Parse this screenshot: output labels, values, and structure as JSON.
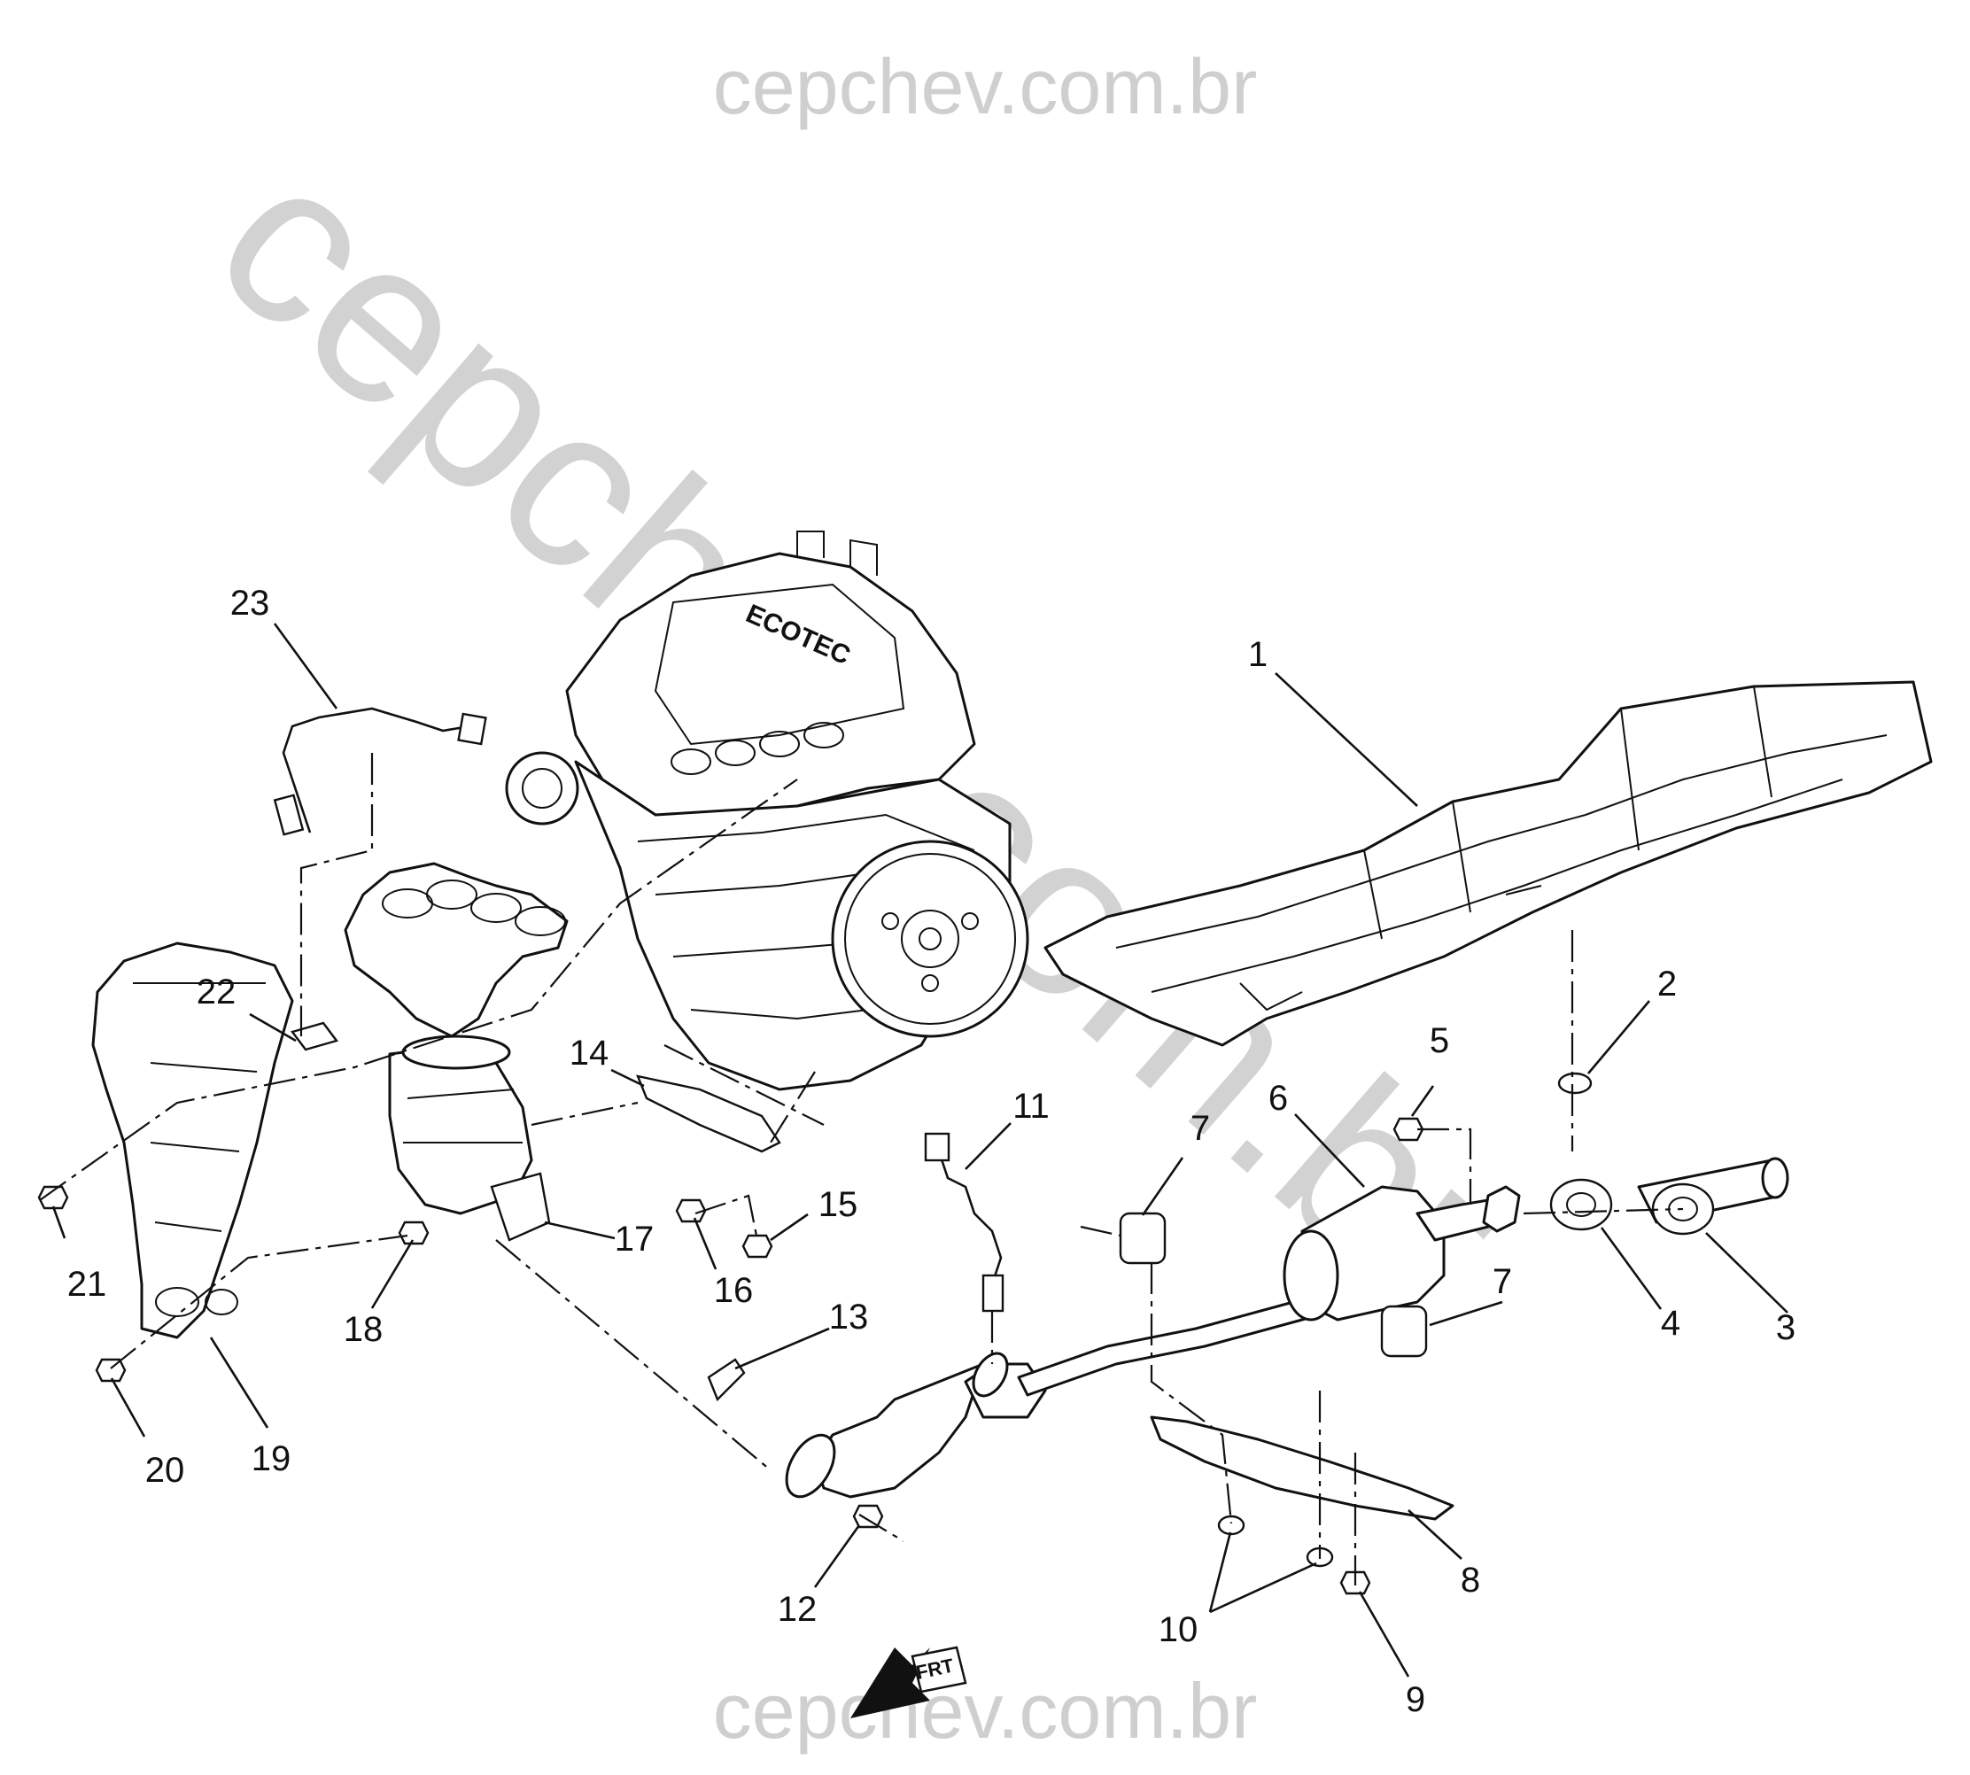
{
  "watermarks": {
    "top": "cepchev.com.br",
    "diagonal": "cepchev.com.br",
    "bottom": "cepchev.com.br"
  },
  "callouts": [
    {
      "id": "1",
      "text": "1"
    },
    {
      "id": "2",
      "text": "2"
    },
    {
      "id": "3",
      "text": "3"
    },
    {
      "id": "4",
      "text": "4"
    },
    {
      "id": "5",
      "text": "5"
    },
    {
      "id": "6",
      "text": "6"
    },
    {
      "id": "7a",
      "text": "7"
    },
    {
      "id": "7b",
      "text": "7"
    },
    {
      "id": "8",
      "text": "8"
    },
    {
      "id": "9",
      "text": "9"
    },
    {
      "id": "10",
      "text": "10"
    },
    {
      "id": "11",
      "text": "11"
    },
    {
      "id": "12",
      "text": "12"
    },
    {
      "id": "13",
      "text": "13"
    },
    {
      "id": "14",
      "text": "14"
    },
    {
      "id": "15",
      "text": "15"
    },
    {
      "id": "16",
      "text": "16"
    },
    {
      "id": "17",
      "text": "17"
    },
    {
      "id": "18",
      "text": "18"
    },
    {
      "id": "19",
      "text": "19"
    },
    {
      "id": "20",
      "text": "20"
    },
    {
      "id": "21",
      "text": "21"
    },
    {
      "id": "22",
      "text": "22"
    },
    {
      "id": "23",
      "text": "23"
    }
  ],
  "engine_badge": "ECOTEC",
  "front_indicator": "FRT"
}
